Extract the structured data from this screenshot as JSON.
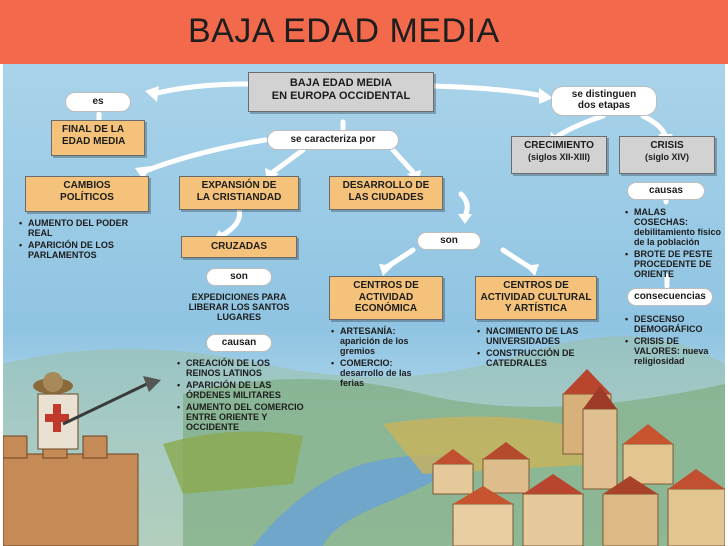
{
  "slide_title": "BAJA EDAD MEDIA",
  "map": {
    "root": "BAJA EDAD MEDIA\nEN EUROPA OCCIDENTAL",
    "link_es": "es",
    "final": "FINAL DE LA\nEDAD MEDIA",
    "link_distinguen": "se distinguen\ndos etapas",
    "link_caracteriza": "se caracteriza por",
    "crecimiento_title": "CRECIMIENTO",
    "crecimiento_sub": "(siglos XII-XIII)",
    "crisis_title": "CRISIS",
    "crisis_sub": "(siglo XIV)",
    "cambios": "CAMBIOS\nPOLÍTICOS",
    "expansion": "EXPANSIÓN DE\nLA CRISTIANDAD",
    "desarrollo": "DESARROLLO DE\nLAS CIUDADES",
    "cambios_items": [
      "AUMENTO DEL PODER REAL",
      "APARICIÓN DE LOS PARLAMENTOS"
    ],
    "cruzadas": "CRUZADAS",
    "link_son_1": "son",
    "cruzadas_def": "EXPEDICIONES PARA\nLIBERAR LOS SANTOS\nLUGARES",
    "link_causan": "causan",
    "cruzadas_items": [
      "CREACIÓN DE LOS REINOS LATINOS",
      "APARICIÓN DE LAS ÓRDENES MILITARES",
      "AUMENTO DEL COMERCIO ENTRE ORIENTE Y OCCIDENTE"
    ],
    "link_son_2": "son",
    "centros_economica": "CENTROS DE\nACTIVIDAD\nECONÓMICA",
    "economica_items": [
      "ARTESANÍA: aparición de los gremios",
      "COMERCIO: desarrollo de las ferias"
    ],
    "centros_cultural": "CENTROS DE\nACTIVIDAD CULTURAL\nY ARTÍSTICA",
    "cultural_items": [
      "NACIMIENTO DE LAS UNIVERSIDADES",
      "CONSTRUCCIÓN DE CATEDRALES"
    ],
    "link_causas": "causas",
    "causas_items": [
      "MALAS COSECHAS: debilitamiento físico de la población",
      "BROTE DE PESTE PROCEDENTE DE ORIENTE"
    ],
    "link_consecuencias": "consecuencias",
    "consecuencias_items": [
      "DESCENSO DEMOGRÁFICO",
      "CRISIS DE VALORES: nueva religiosidad"
    ]
  },
  "colors": {
    "title_bar": "#f26a4b",
    "box_tan": "#f4c27a",
    "box_gray": "#d2d2d2",
    "arrow": "#ffffff"
  }
}
